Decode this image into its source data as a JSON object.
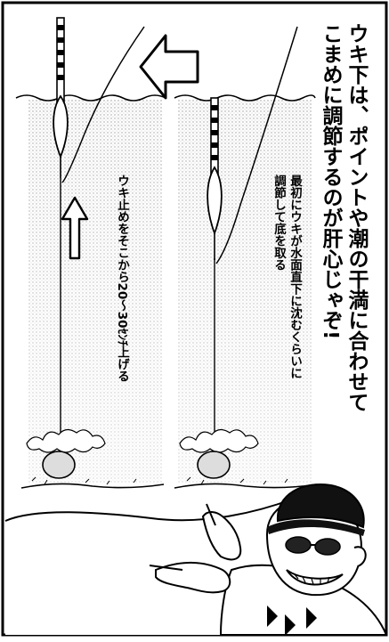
{
  "heading": {
    "line1": "ウキ下は、ポイントや潮の干満に合わせて",
    "line2": "こまめに調節するのが肝心じゃぞ!"
  },
  "notes": {
    "right_line1": "最初にウキが水面直下に沈むくらいに",
    "right_line2": "調節して底を取る",
    "left": "ウキ止めをそこから20〜30ｾﾝﾁ上げる"
  },
  "icons": {
    "arrow_left": "left-arrow-icon",
    "arrow_up": "up-arrow-icon"
  }
}
